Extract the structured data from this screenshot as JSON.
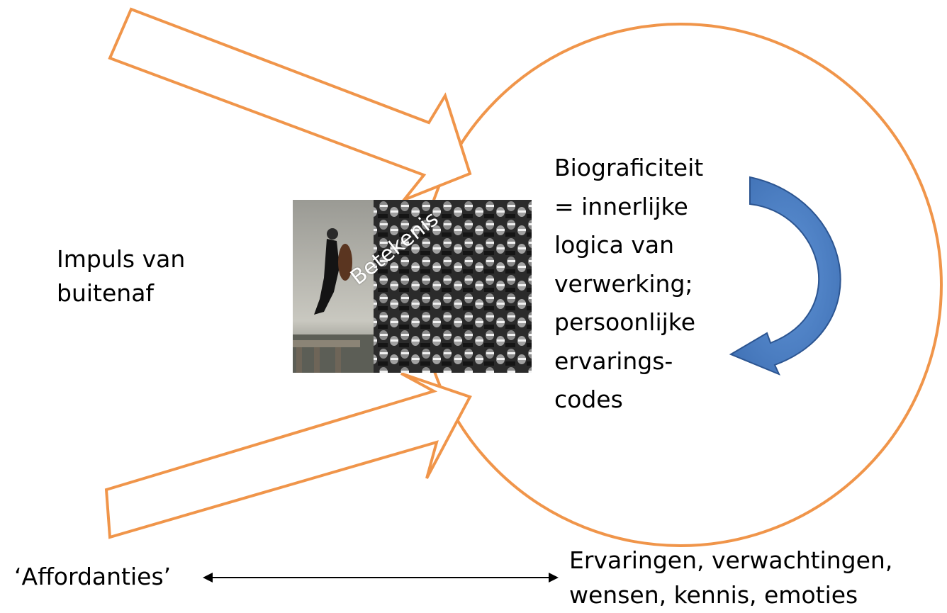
{
  "labels": {
    "impulse_line1": "Impuls van",
    "impulse_line2": "buitenaf",
    "biograficiteit_lines": [
      "Biograficiteit",
      "= innerlijke",
      "logica van",
      "verwerking;",
      "persoonlijke",
      "ervarings-",
      "codes"
    ],
    "photo_caption": "Betekenis",
    "affordances": "‘Affordanties’",
    "experiences_line1": "Ervaringen, verwachtingen,",
    "experiences_line2": "wensen, kennis, emoties"
  },
  "colors": {
    "orange_outline": "#F0954A",
    "blue_arrow": "#4E82C8",
    "blue_arrow_stroke": "#2C5591",
    "black_arrow": "#000000"
  },
  "icons": {
    "photo_left": "flying-cellist-photo",
    "photo_right": "3d-glasses-audience-photo"
  }
}
